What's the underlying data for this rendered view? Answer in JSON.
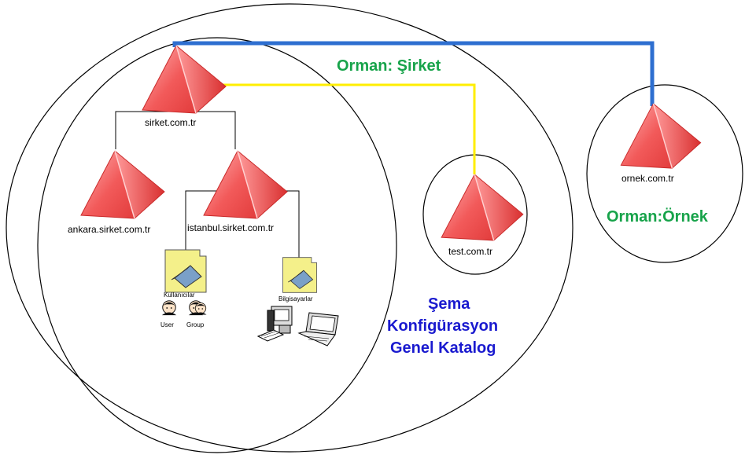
{
  "forests": {
    "sirket_title": "Orman: Şirket",
    "ornek_title": "Orman:Örnek"
  },
  "domains": {
    "root": "sirket.com.tr",
    "ankara": "ankara.sirket.com.tr",
    "istanbul": "istanbul.sirket.com.tr",
    "test": "test.com.tr",
    "ornek": "ornek.com.tr"
  },
  "containers": {
    "users_label": "Kullanıcılar",
    "computers_label": "Bilgisayarlar",
    "user_label": "User",
    "group_label": "Group"
  },
  "shared": {
    "line1": "Şema",
    "line2": "Konfigürasyon",
    "line3": "Genel Katalog"
  },
  "colors": {
    "domain_fill": "#f25a5a",
    "domain_light": "#ffb3b3",
    "trust_blue": "#2e6fd0",
    "trust_yellow": "#ffee00",
    "forest_green": "#17a34a",
    "shared_blue": "#1a1acf"
  },
  "icons": [
    "domain-triangle-icon",
    "folder-icon",
    "user-icon",
    "group-icon",
    "desktop-computer-icon",
    "laptop-icon"
  ]
}
